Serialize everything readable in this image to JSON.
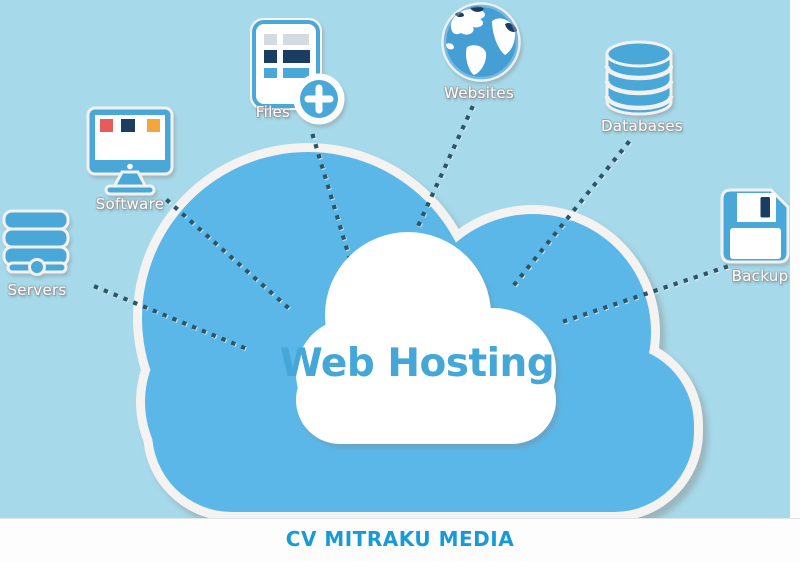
{
  "page": {
    "background_color": "#a6d9ea",
    "right_margin_color": "#fdfdfd"
  },
  "cloud": {
    "title": "Web Hosting",
    "title_color": "#45a6d8",
    "outer_color": "#5bb7e8",
    "inner_color": "#ffffff",
    "border_color": "#f4f3f1"
  },
  "nodes": [
    {
      "label": "Servers",
      "icon": "server-rack-icon"
    },
    {
      "label": "Software",
      "icon": "monitor-icon"
    },
    {
      "label": "Files",
      "icon": "file-add-icon"
    },
    {
      "label": "Websites",
      "icon": "globe-icon"
    },
    {
      "label": "Databases",
      "icon": "database-icon"
    },
    {
      "label": "Backup",
      "icon": "floppy-disk-icon"
    }
  ],
  "connections": [
    {
      "from": "Servers",
      "to": "Web Hosting cloud"
    },
    {
      "from": "Software",
      "to": "Web Hosting cloud"
    },
    {
      "from": "Files",
      "to": "Web Hosting cloud"
    },
    {
      "from": "Websites",
      "to": "Web Hosting cloud"
    },
    {
      "from": "Databases",
      "to": "Web Hosting cloud"
    },
    {
      "from": "Backup",
      "to": "Web Hosting cloud"
    }
  ],
  "footer": {
    "text": "CV MITRAKU MEDIA",
    "text_color": "#199ad6",
    "background": "#fdfdfd"
  },
  "colors": {
    "icon_blue": "#49a8d8",
    "navy": "#1e3d62",
    "red": "#e65c5c",
    "orange": "#f3a73a",
    "dash": "#2b5668",
    "light_row": "#d3dbe1"
  }
}
